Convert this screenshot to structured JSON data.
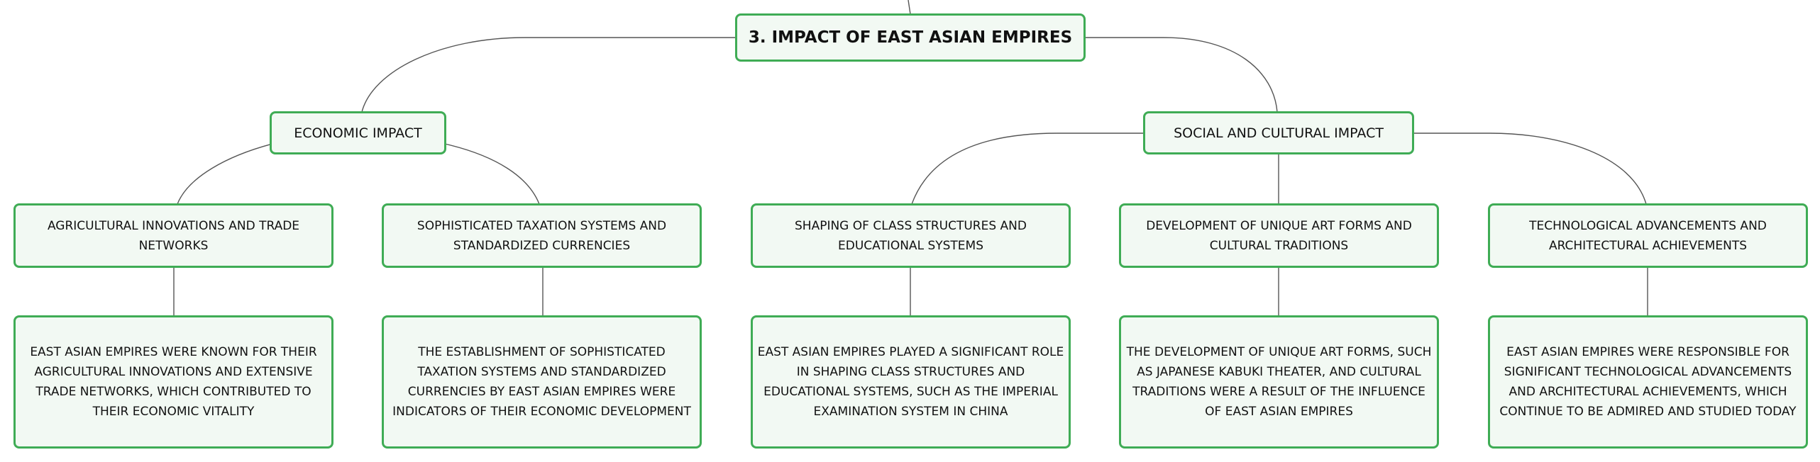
{
  "root": {
    "label": "3. IMPACT OF EAST ASIAN EMPIRES"
  },
  "branches": [
    {
      "label": "ECONOMIC IMPACT",
      "topics": [
        {
          "label": "AGRICULTURAL INNOVATIONS AND TRADE NETWORKS",
          "detail": "EAST ASIAN EMPIRES WERE KNOWN FOR THEIR AGRICULTURAL INNOVATIONS AND EXTENSIVE TRADE NETWORKS, WHICH CONTRIBUTED TO THEIR ECONOMIC VITALITY"
        },
        {
          "label": "SOPHISTICATED TAXATION SYSTEMS AND STANDARDIZED CURRENCIES",
          "detail": "THE ESTABLISHMENT OF SOPHISTICATED TAXATION SYSTEMS AND STANDARDIZED CURRENCIES BY EAST ASIAN EMPIRES WERE INDICATORS OF THEIR ECONOMIC DEVELOPMENT"
        }
      ]
    },
    {
      "label": "SOCIAL AND CULTURAL IMPACT",
      "topics": [
        {
          "label": "SHAPING OF CLASS STRUCTURES AND EDUCATIONAL SYSTEMS",
          "detail": "EAST ASIAN EMPIRES PLAYED A SIGNIFICANT ROLE IN SHAPING CLASS STRUCTURES AND EDUCATIONAL SYSTEMS, SUCH AS THE IMPERIAL EXAMINATION SYSTEM IN CHINA"
        },
        {
          "label": "DEVELOPMENT OF UNIQUE ART FORMS AND CULTURAL TRADITIONS",
          "detail": "THE DEVELOPMENT OF UNIQUE ART FORMS, SUCH AS JAPANESE KABUKI THEATER, AND CULTURAL TRADITIONS WERE A RESULT OF THE INFLUENCE OF EAST ASIAN EMPIRES"
        },
        {
          "label": "TECHNOLOGICAL ADVANCEMENTS AND ARCHITECTURAL ACHIEVEMENTS",
          "detail": "EAST ASIAN EMPIRES WERE RESPONSIBLE FOR SIGNIFICANT TECHNOLOGICAL ADVANCEMENTS AND ARCHITECTURAL ACHIEVEMENTS, WHICH CONTINUE TO BE ADMIRED AND STUDIED TODAY"
        }
      ]
    }
  ],
  "colors": {
    "node_border": "#3fac55",
    "node_fill": "#f2f9f3",
    "connector": "#555555"
  }
}
